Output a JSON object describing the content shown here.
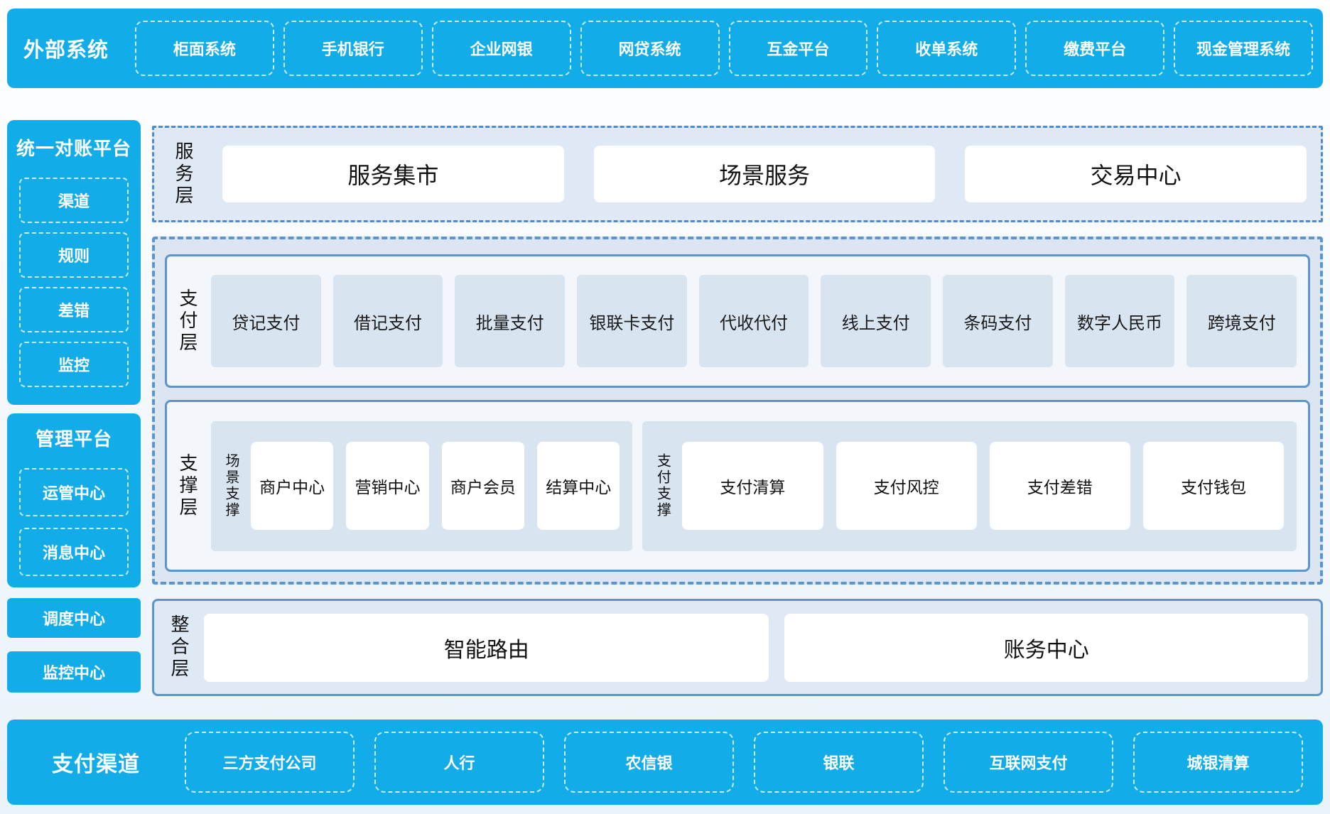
{
  "colors": {
    "brand_blue": "#12ade8",
    "panel_light_blue": "#dfe9f5",
    "item_light_blue": "#d9e4f1",
    "border_blue": "#5b94ce",
    "dashdot_blue": "#4e8ad4",
    "white": "#ffffff",
    "text_dark": "#1a1a1a"
  },
  "top_banner": {
    "title": "外部系统",
    "items": [
      "柜面系统",
      "手机银行",
      "企业网银",
      "网贷系统",
      "互金平台",
      "收单系统",
      "缴费平台",
      "现金管理系统"
    ]
  },
  "sidebar": {
    "reconciliation": {
      "title": "统一对账平台",
      "items": [
        "渠道",
        "规则",
        "差错",
        "监控"
      ]
    },
    "management": {
      "title": "管理平台",
      "items": [
        "运管中心",
        "消息中心"
      ]
    },
    "solo_blocks": [
      "调度中心",
      "监控中心"
    ]
  },
  "service_layer": {
    "label": "服务层",
    "items": [
      "服务集市",
      "场景服务",
      "交易中心"
    ]
  },
  "payment_layer": {
    "label": "支付层",
    "items": [
      "贷记支付",
      "借记支付",
      "批量支付",
      "银联卡支付",
      "代收代付",
      "线上支付",
      "条码支付",
      "数字人民币",
      "跨境支付"
    ]
  },
  "support_layer": {
    "label": "支撑层",
    "groups": [
      {
        "label": "场景支撑",
        "items": [
          "商户中心",
          "营销中心",
          "商户会员",
          "结算中心"
        ]
      },
      {
        "label": "支付支撑",
        "items": [
          "支付清算",
          "支付风控",
          "支付差错",
          "支付钱包"
        ]
      }
    ]
  },
  "integration_layer": {
    "label": "整合层",
    "items": [
      "智能路由",
      "账务中心"
    ]
  },
  "bottom_banner": {
    "title": "支付渠道",
    "items": [
      "三方支付公司",
      "人行",
      "农信银",
      "银联",
      "互联网支付",
      "城银清算"
    ]
  }
}
